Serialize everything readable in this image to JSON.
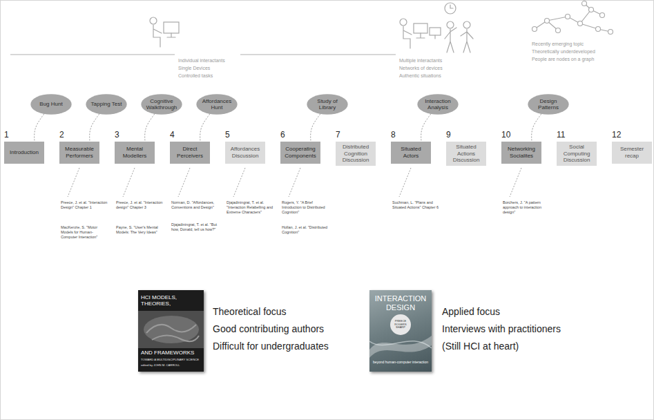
{
  "diagram": {
    "nodes": [
      {
        "text": [
          "Bug Hunt"
        ]
      },
      {
        "text": [
          "Tapping Test"
        ]
      },
      {
        "text": [
          "Cognitive Walkthrough"
        ]
      },
      {
        "text": [
          "Affordances Hunt"
        ]
      },
      {
        "text": [
          "Study of Library"
        ]
      },
      {
        "text": [
          "Interaction Analysis"
        ]
      },
      {
        "text": [
          "Design Patterns"
        ]
      },
      {
        "text": [
          "1",
          "Introduction"
        ]
      },
      {
        "text": [
          "2",
          "Measurable Performers"
        ]
      },
      {
        "text": [
          "3",
          "Mental Modellers"
        ]
      },
      {
        "text": [
          "4",
          "Direct Perceivers"
        ]
      },
      {
        "text": [
          "5",
          "Affordances Discussion"
        ]
      },
      {
        "text": [
          "6",
          "Cooperating Components"
        ]
      },
      {
        "text": [
          "7",
          "Distributed Cognition Discussion"
        ]
      },
      {
        "text": [
          "8",
          "Situated Actors"
        ]
      },
      {
        "text": [
          "9",
          "Situated Actions Discussion"
        ]
      },
      {
        "text": [
          "10",
          "Networking Socialites"
        ]
      },
      {
        "text": [
          "11",
          "Social Computing Discussion"
        ]
      },
      {
        "text": [
          "12",
          "Semester recap"
        ]
      },
      {
        "text": [
          "HCI MODELS, THEORIES,",
          "AND FRAMEWORKS",
          "TOWARD A MULTIDISCIPLINARY SCIENCE",
          "edited by JOHN M. CARROLL"
        ]
      },
      {
        "text": [
          "INTERACTION DESIGN",
          "PREECE ROGERS SHARP",
          "beyond human-computer interaction"
        ]
      }
    ],
    "edges": [
      {
        "from": 0,
        "to": 7,
        "arrow": "none"
      },
      {
        "from": 1,
        "to": 8,
        "arrow": "none"
      },
      {
        "from": 2,
        "to": 9,
        "arrow": "none"
      },
      {
        "from": 3,
        "to": 10,
        "arrow": "none"
      },
      {
        "from": 4,
        "to": 12,
        "arrow": "none"
      },
      {
        "from": 5,
        "to": 14,
        "arrow": "none"
      },
      {
        "from": 6,
        "to": 16,
        "arrow": "none"
      }
    ],
    "labels": [
      "Individual interactants",
      "Single Devices",
      "Controlled tasks",
      "Multiple interactants",
      "Networks of devices",
      "Authentic situations",
      "Recently emerging topic",
      "Theoretically underdeveloped",
      "People are nodes on a graph",
      "Preece, J. et al. \"Interaction Design\" Chapter 1",
      "MacKenzie, S. \"Motor Models for Human-Computer Interaction\"",
      "Preece, J. et al. \"Interaction design\" Chapter 3",
      "Payne, S. \"User's Mental Models: The Very Ideas\"",
      "Norman, D. \"Affordances, Conventions and Design\"",
      "Djajadiningrat, T. et al. \"But how, Donald, tell us how?\"",
      "Djajadiningrat, T. et al. \"Interaction Relabelling and Extreme Characters\"",
      "Rogers, Y. \"A Brief Introduction to Distributed Cognition\"",
      "Hollan, J. et al. \"Distributed Cognition\"",
      "Suchman, L. \"Plans and Situated Actions\" Chapter 6",
      "Borchers, J. \"A pattern approach to interaction design\"",
      "Theoretical focus",
      "Good contributing authors",
      "Difficult for undergraduates",
      "Applied focus",
      "Interviews with practitioners",
      "(Still HCI at heart)"
    ]
  }
}
